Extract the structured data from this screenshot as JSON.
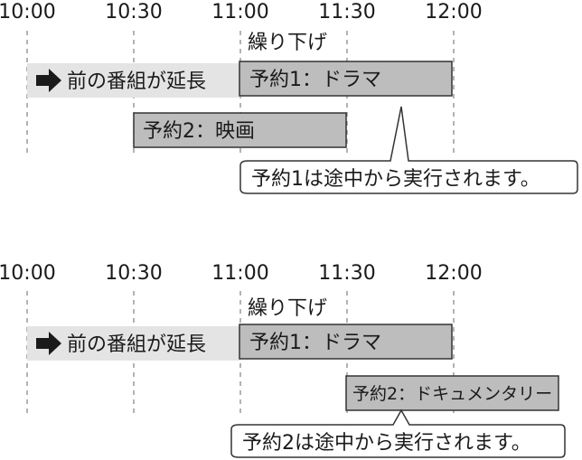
{
  "times": [
    "10:00",
    "10:30",
    "11:00",
    "11:30",
    "12:00"
  ],
  "top": {
    "shift_label": "繰り下げ",
    "prev_program": "前の番組が延長",
    "reservation1": "予約1：ドラマ",
    "reservation2": "予約2：映画",
    "callout": "予約1は途中から実行されます。"
  },
  "bottom": {
    "shift_label": "繰り下げ",
    "prev_program": "前の番組が延長",
    "reservation1": "予約1：ドラマ",
    "reservation2": "予約2：ドキュメンタリー",
    "callout": "予約2は途中から実行されます。"
  },
  "colors": {
    "reservation_fill": "#bdbdbd",
    "extension_fill": "#e4e4e4",
    "arrow": "#1a1a1a"
  },
  "icons": {
    "arrow": "right-arrow-icon"
  }
}
